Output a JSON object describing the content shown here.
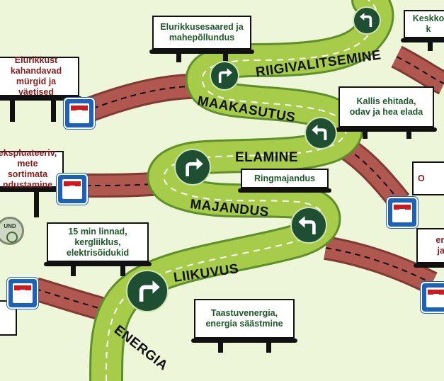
{
  "colors": {
    "background": "#eef6d9",
    "green_road": "#a6cc4a",
    "green_road_edge": "#5f8f2a",
    "red_road": "#b0584f",
    "red_road_edge": "#7f3a33",
    "sign_blue": "#1e62b8",
    "sign_red": "#d4161d",
    "turn_circle": "#1f4f33",
    "green_text": "#1d5a2a",
    "red_text": "#8a1c1c"
  },
  "road_labels": {
    "riigivalitsemine": "RIIGIVALITSEMINE",
    "maakasutus": "MAAKASUTUS",
    "elamine": "ELAMINE",
    "majandus": "MAJANDUS",
    "liikuvus": "LIIKUVUS",
    "energia": "ENERGIA"
  },
  "billboards": {
    "elurikkusesaared": "Elurikkusesaared ja\nmahepõllundus",
    "keskko": "Keskko\nk",
    "elurikkust": "Elurikkust\nkahandavad\nmürgid ja väetised",
    "kallis_ehitada": "Kallis ehitada,\nodav ja hea elada",
    "ekspluateeriv": "ekspluateeriv,\nmete sortimata\nndustamine",
    "ringmajandus": "Ringmajandus",
    "o_partial": "O",
    "min_linnad": "15 min linnad,\nkergliiklus,\nelektrisõidukid",
    "en_partial": "en\nja",
    "taastuvenergia": "Taastuvenergia,\nenergia säästmine"
  },
  "compass_label": "UND",
  "icons": {
    "dead_end": "dead-end-road-sign-icon",
    "turn_right": "turn-right-arrow-icon",
    "turn_left": "turn-left-arrow-icon",
    "compass": "compass-icon"
  }
}
